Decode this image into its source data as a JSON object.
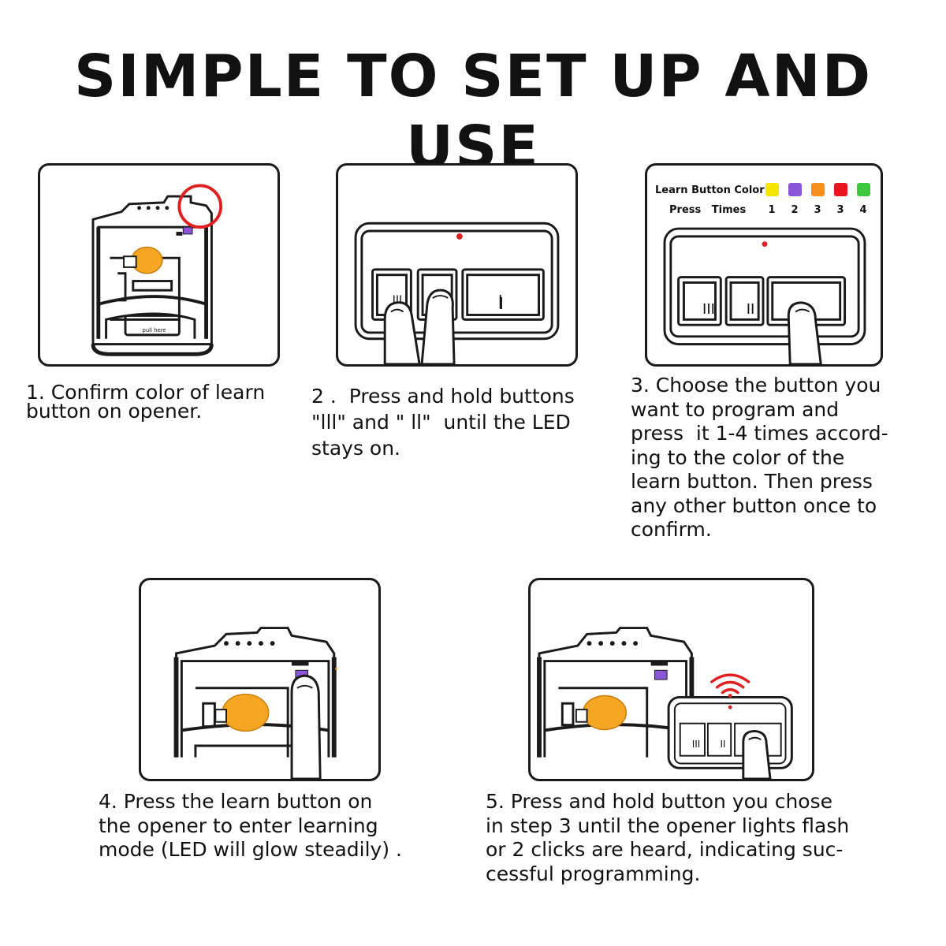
{
  "title": "SIMPLE TO SET UP AND USE",
  "steps": [
    {
      "caption_lines": [
        "1. Confirm color of learn",
        "button on opener."
      ]
    },
    {
      "caption_lines": [
        "2 .  Press and hold buttons",
        "\"lll\" and \" ll\"  until the LED",
        "stays on."
      ]
    },
    {
      "caption_lines": [
        "3. Choose the button you",
        "want to program and",
        "press  it 1-4 times accord-",
        "ing to the color of the",
        "learn button. Then press",
        "any other button once to",
        "confirm."
      ]
    },
    {
      "caption_lines": [
        "4. Press the learn button on",
        "the opener to enter learning",
        "mode (LED will glow steadily) ."
      ]
    },
    {
      "caption_lines": [
        "5. Press and hold button you chose",
        "in step 3 until the opener lights flash",
        "or 2 clicks are heard, indicating suc-",
        "cessful programming."
      ]
    }
  ],
  "legend": {
    "title": "Learn Button Color",
    "press_label": "Press   Times",
    "colors": [
      {
        "color": "#f5e600",
        "times": "1"
      },
      {
        "color": "#8a55d6",
        "times": "2"
      },
      {
        "color": "#f5901e",
        "times": "3"
      },
      {
        "color": "#e8141e",
        "times": "3"
      },
      {
        "color": "#3cc83c",
        "times": "4"
      }
    ]
  },
  "remote_labels": {
    "btn3": "III",
    "btn2": "II",
    "btn1": "I"
  },
  "opener_label": "pull here",
  "colors": {
    "accent_red": "#e02020",
    "bulb": "#f5a623",
    "learn_purple": "#8a55d6",
    "outline": "#1a1a1a"
  }
}
